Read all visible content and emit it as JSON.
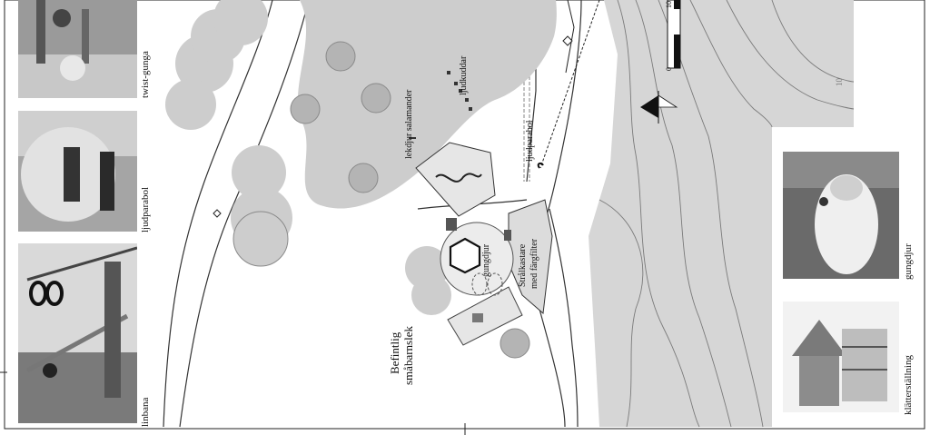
{
  "photos_left": [
    {
      "caption": "twist-gunga",
      "icon": "swing-photo"
    },
    {
      "caption": "ljudparabol",
      "icon": "sound-dish-photo"
    },
    {
      "caption": "linbana",
      "icon": "zipline-photo"
    }
  ],
  "photos_right": [
    {
      "caption": "gungdjur",
      "icon": "rocking-animal-photo"
    },
    {
      "caption": "klätterställning",
      "icon": "climbing-frame-photo"
    }
  ],
  "map_labels": {
    "ljudkuddar": "ljudkuddar",
    "lekdjur": "lekdjur salamander",
    "ljudparabol": "ljudparabol",
    "gungdjur": "gungdjur",
    "stralkastare_1": "Strålkastare",
    "stralkastare_2": "med färgfilter",
    "befintlig_1": "Befintlig",
    "befintlig_2": "småbarnslek"
  },
  "scale_bar": {
    "label_top": "10",
    "label_bottom": "0"
  },
  "contour_label": "10",
  "colors": {
    "canopy": "#c9c9c9",
    "terrain": "#d4d4d4",
    "line": "#333333"
  }
}
